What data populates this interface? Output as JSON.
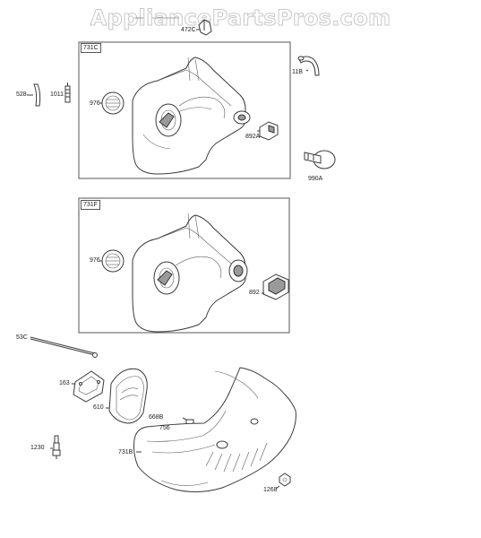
{
  "watermark": "AppliancePartsPros.com",
  "groups": {
    "top": "731C",
    "middle": "731F"
  },
  "labels": {
    "p472C": "472C",
    "p11B": "11B",
    "p528": "528",
    "p1011": "1011",
    "p976a": "976",
    "p892A": "892A",
    "p990A": "990A",
    "p976b": "976",
    "p892": "892",
    "p53C": "53C",
    "p163": "163",
    "p610": "610",
    "p668B": "668B",
    "p756": "756",
    "p1230": "1230",
    "p731B": "731B",
    "p1268": "1268"
  },
  "colors": {
    "line": "#3a3a3a",
    "watermark_outline": "#c9c9c9"
  }
}
